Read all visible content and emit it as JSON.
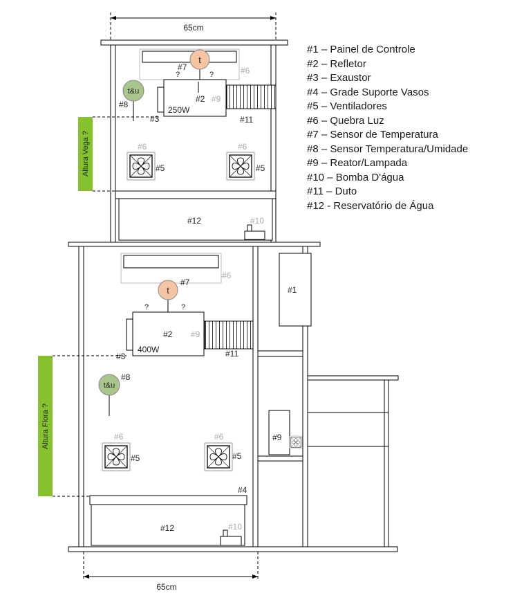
{
  "dimensions": {
    "top_width": "65cm",
    "bottom_width": "65cm"
  },
  "legend": [
    "#1 – Painel de Controle",
    "#2 – Refletor",
    "#3 – Exaustor",
    "#4 – Grade Suporte Vasos",
    "#5 – Ventiladores",
    "#6 – Quebra Luz",
    "#7 – Sensor de Temperatura",
    "#8 – Sensor Temperatura/Umidade",
    "#9 – Reator/Lampada",
    "#10 – Bomba D'água",
    "#11 – Duto",
    "#12 - Reservatório de Água"
  ],
  "height_labels": {
    "vega": "Altura Vega ?",
    "flora": "Altura Flora ?"
  },
  "vega": {
    "light_power": "250W",
    "sensor_t": "t",
    "sensor_tu": "t&u",
    "tags": {
      "t7": "#7",
      "t6a": "#6",
      "t2": "#2",
      "t9": "#9",
      "t8": "#8",
      "t3": "#3",
      "t11": "#11",
      "t6b": "#6",
      "t6c": "#6",
      "t5a": "#5",
      "t5b": "#5",
      "t12": "#12",
      "t10": "#10"
    }
  },
  "flora": {
    "light_power": "400W",
    "sensor_t": "t",
    "sensor_tu": "t&u",
    "tags": {
      "t1": "#1",
      "t6a": "#6",
      "t7": "#7",
      "t2": "#2",
      "t9": "#9",
      "t3": "#3",
      "t11": "#11",
      "t8": "#8",
      "t6b": "#6",
      "t6c": "#6",
      "t5a": "#5",
      "t5b": "#5",
      "t4": "#4",
      "t12": "#12",
      "t10": "#10",
      "t9b": "#9"
    }
  },
  "colors": {
    "sensor_t": "#f5c4a2",
    "sensor_tu": "#a8c58c",
    "height_bar": "#86c22d",
    "faded_text": "#aaaaaa"
  },
  "question_mark": "?"
}
